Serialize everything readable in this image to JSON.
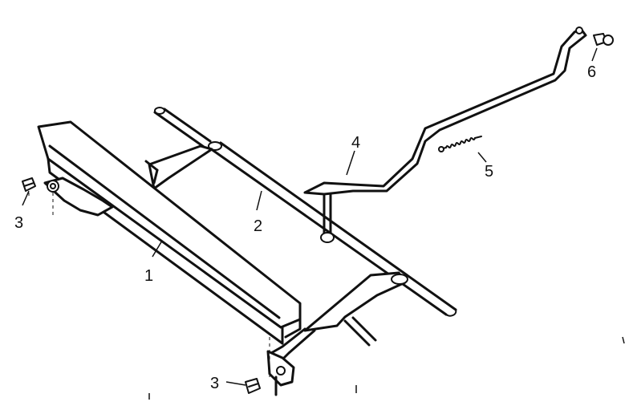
{
  "callouts": {
    "1": "1",
    "2": "2",
    "3a": "3",
    "3b": "3",
    "4": "4",
    "5": "5",
    "6": "6"
  },
  "colors": {
    "ink": "#111111",
    "paper": "#ffffff"
  }
}
